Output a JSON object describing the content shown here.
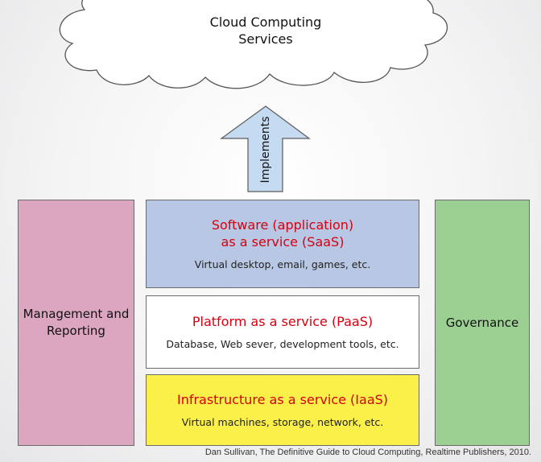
{
  "cloud": {
    "title_line1": "Cloud Computing",
    "title_line2": "Services"
  },
  "arrow": {
    "label": "Implements",
    "fill": "#c4dbf1"
  },
  "left_column": {
    "line1": "Management and",
    "line2": "Reporting",
    "fill": "#dca6c0"
  },
  "right_column": {
    "label": "Governance",
    "fill": "#9ccf92"
  },
  "layers": [
    {
      "title_line1": "Software (application)",
      "title_line2": "as a service (SaaS)",
      "description": "Virtual desktop, email, games, etc.",
      "fill": "#b7c7e4"
    },
    {
      "title_line1": "Platform as a service (PaaS)",
      "description": "Database, Web sever, development tools, etc.",
      "fill": "#ffffff"
    },
    {
      "title_line1": "Infrastructure as a service (IaaS)",
      "description": "Virtual machines, storage, network, etc.",
      "fill": "#fbf04a"
    }
  ],
  "title_color": "#d80010",
  "citation": "Dan Sullivan, The Definitive Guide to Cloud Computing, Realtime Publishers, 2010."
}
